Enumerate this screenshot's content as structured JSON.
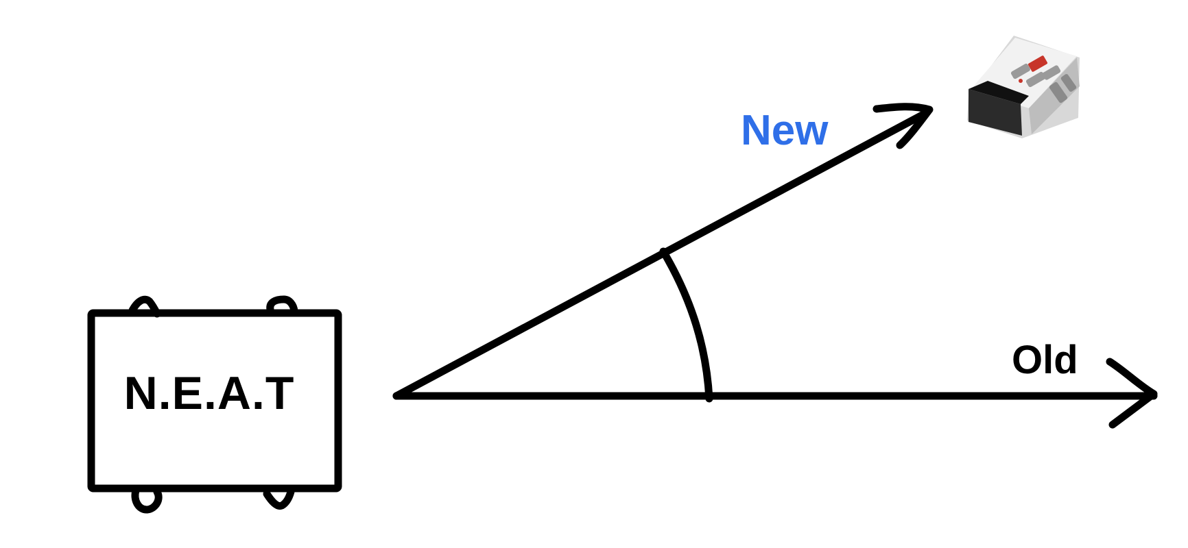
{
  "box": {
    "label": "N.E.A.T"
  },
  "vectors": {
    "new": {
      "label": "New",
      "color": "#2f6fe8"
    },
    "old": {
      "label": "Old",
      "color": "#000000"
    }
  },
  "sensor": {
    "icon": "color-sensor-icon"
  }
}
